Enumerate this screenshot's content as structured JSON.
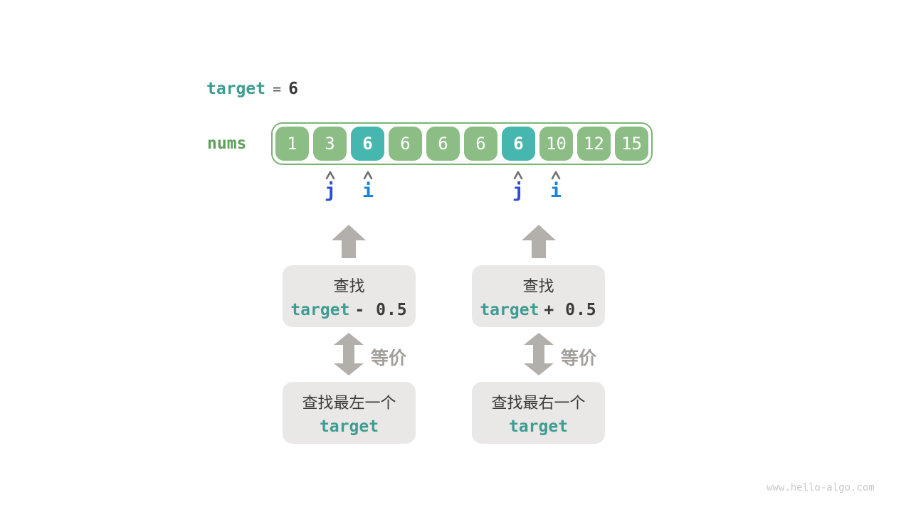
{
  "header": {
    "var": "target",
    "op": "=",
    "value": "6"
  },
  "array": {
    "label": "nums",
    "cells": [
      {
        "value": "1",
        "highlight": false
      },
      {
        "value": "3",
        "highlight": false
      },
      {
        "value": "6",
        "highlight": true
      },
      {
        "value": "6",
        "highlight": false
      },
      {
        "value": "6",
        "highlight": false
      },
      {
        "value": "6",
        "highlight": false
      },
      {
        "value": "6",
        "highlight": true
      },
      {
        "value": "10",
        "highlight": false
      },
      {
        "value": "12",
        "highlight": false
      },
      {
        "value": "15",
        "highlight": false
      }
    ]
  },
  "pointers": {
    "left_pair": [
      {
        "label": "j",
        "cell_index": 1
      },
      {
        "label": "i",
        "cell_index": 2
      }
    ],
    "right_pair": [
      {
        "label": "j",
        "cell_index": 6
      },
      {
        "label": "i",
        "cell_index": 7
      }
    ]
  },
  "flow": {
    "left": {
      "step_line1": "查找",
      "expr_var": "target",
      "expr_rest": "- 0.5",
      "equiv_label": "等价",
      "result_line1": "查找最左一个",
      "result_var": "target"
    },
    "right": {
      "step_line1": "查找",
      "expr_var": "target",
      "expr_rest": "+ 0.5",
      "equiv_label": "等价",
      "result_line1": "查找最右一个",
      "result_var": "target"
    }
  },
  "watermark": "www.hello-algo.com",
  "colors": {
    "teal_text": "#3e9c91",
    "green_label_text": "#5ca05a",
    "cell_green": "#8bbd85",
    "cell_highlight_teal": "#46b7ae",
    "array_border_green": "#7ab474",
    "pointer_j_blue": "#2b4ed2",
    "pointer_i_blue": "#1d83d6",
    "arrow_gray": "#b3afaa",
    "step_box_gray": "#e9e8e6",
    "dark_text": "#3a3a3a",
    "equiv_gray": "#a29e9a",
    "watermark_gray": "#c9cac9"
  }
}
